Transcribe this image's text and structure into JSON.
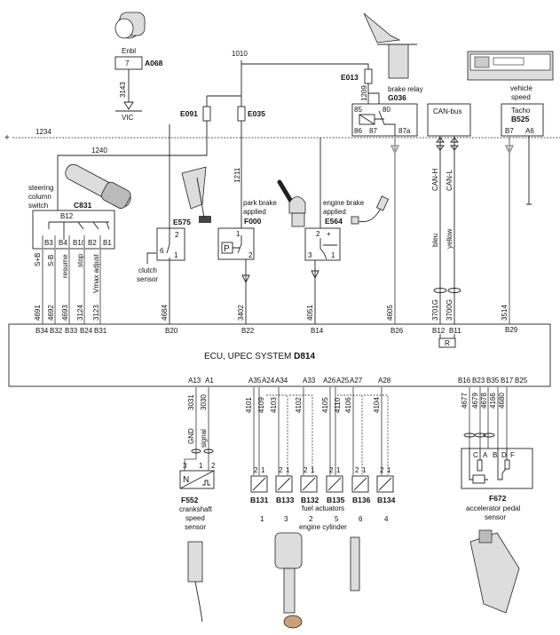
{
  "power": {
    "plus": "+",
    "w1234": "1234",
    "w1240": "1240",
    "w1010": "1010"
  },
  "diagnostic": {
    "label": "Enbl",
    "pin": "7",
    "code": "A068",
    "wire": "3143",
    "target": "VIC"
  },
  "fuses": {
    "e091": "E091",
    "e035": "E035",
    "e013": "E013"
  },
  "steering_switch": {
    "label": [
      "steering",
      "column",
      "switch"
    ],
    "code": "C831",
    "pin_top": "B12",
    "pins": [
      "B3",
      "B4",
      "B10",
      "B2",
      "B1"
    ],
    "signals": [
      "S+B",
      "S-B",
      "resume",
      "stop",
      "Vmax adjust"
    ],
    "wires": [
      "4691",
      "4692",
      "4693",
      "3124",
      "3123"
    ],
    "ecu_pins": [
      "B34",
      "B32",
      "B33",
      "B24",
      "B31"
    ]
  },
  "clutch": {
    "code": "E575",
    "pins": [
      "2",
      "6",
      "1"
    ],
    "label": [
      "clutch",
      "sensor"
    ],
    "wire": "4684",
    "ecu_pin": "B20"
  },
  "park_brake": {
    "label": [
      "park brake",
      "applied"
    ],
    "code": "F000",
    "symbol": "P",
    "pins": [
      "1",
      "2"
    ],
    "wires": [
      "1211",
      "3402"
    ],
    "ecu_pin": "B22"
  },
  "engine_brake": {
    "label": [
      "engine brake",
      "applied"
    ],
    "code": "E564",
    "pins": [
      "2",
      "3",
      "1"
    ],
    "plus": "+",
    "wire": "4051",
    "ecu_pin": "B14"
  },
  "brake_relay": {
    "label": "brake relay",
    "code": "G036",
    "pins": [
      "85",
      "80",
      "86",
      "87",
      "87a"
    ],
    "wires": [
      "1209",
      "4605"
    ],
    "ecu_pin": "B26"
  },
  "can_bus": {
    "label": "CAN-bus",
    "lines": [
      "CAN-H",
      "CAN-L"
    ],
    "colors": [
      "bleu",
      "yellow"
    ],
    "wires": [
      "3701G",
      "3700G"
    ],
    "ecu_pins": [
      "B12",
      "B11"
    ],
    "resistor": "R"
  },
  "tacho": {
    "label": [
      "vehicle",
      "speed"
    ],
    "name": "Tacho",
    "code": "B525",
    "pins": [
      "B7",
      "A6"
    ],
    "wire": "3514",
    "ecu_pin": "B29"
  },
  "ecu": {
    "title": "ECU, UPEC SYSTEM",
    "code": "D814"
  },
  "crankshaft": {
    "ecu_pins": [
      "A13",
      "A1"
    ],
    "wires": [
      "3031",
      "3030"
    ],
    "signals": [
      "GND",
      "signal"
    ],
    "pins": [
      "3",
      "1",
      "2"
    ],
    "symbol": "N",
    "code": "F552",
    "label": [
      "crankshaft",
      "speed",
      "sensor"
    ]
  },
  "fuel_actuators": {
    "ecu_pins": [
      "A35",
      "A24",
      "A34",
      "A33",
      "A26",
      "A25",
      "A27",
      "A28"
    ],
    "wires": [
      "4101",
      "4109",
      "4103",
      "4102",
      "4105",
      "4110",
      "4106",
      "4104"
    ],
    "codes": [
      "B131",
      "B133",
      "B132",
      "B135",
      "B136",
      "B134"
    ],
    "cylinders": [
      "1",
      "3",
      "2",
      "5",
      "6",
      "4"
    ],
    "pins": [
      "2",
      "1"
    ],
    "label": "fuel actuators",
    "cylinder_label": "engine cylinder"
  },
  "accel_pedal": {
    "ecu_pins": [
      "B16",
      "B23",
      "B35",
      "B17",
      "B25"
    ],
    "wires": [
      "4677",
      "4679",
      "4678",
      "4166",
      "4680"
    ],
    "pins": [
      "C",
      "A",
      "B",
      "D",
      "F"
    ],
    "code": "F672",
    "label": [
      "accelerator pedal",
      "sensor"
    ]
  }
}
